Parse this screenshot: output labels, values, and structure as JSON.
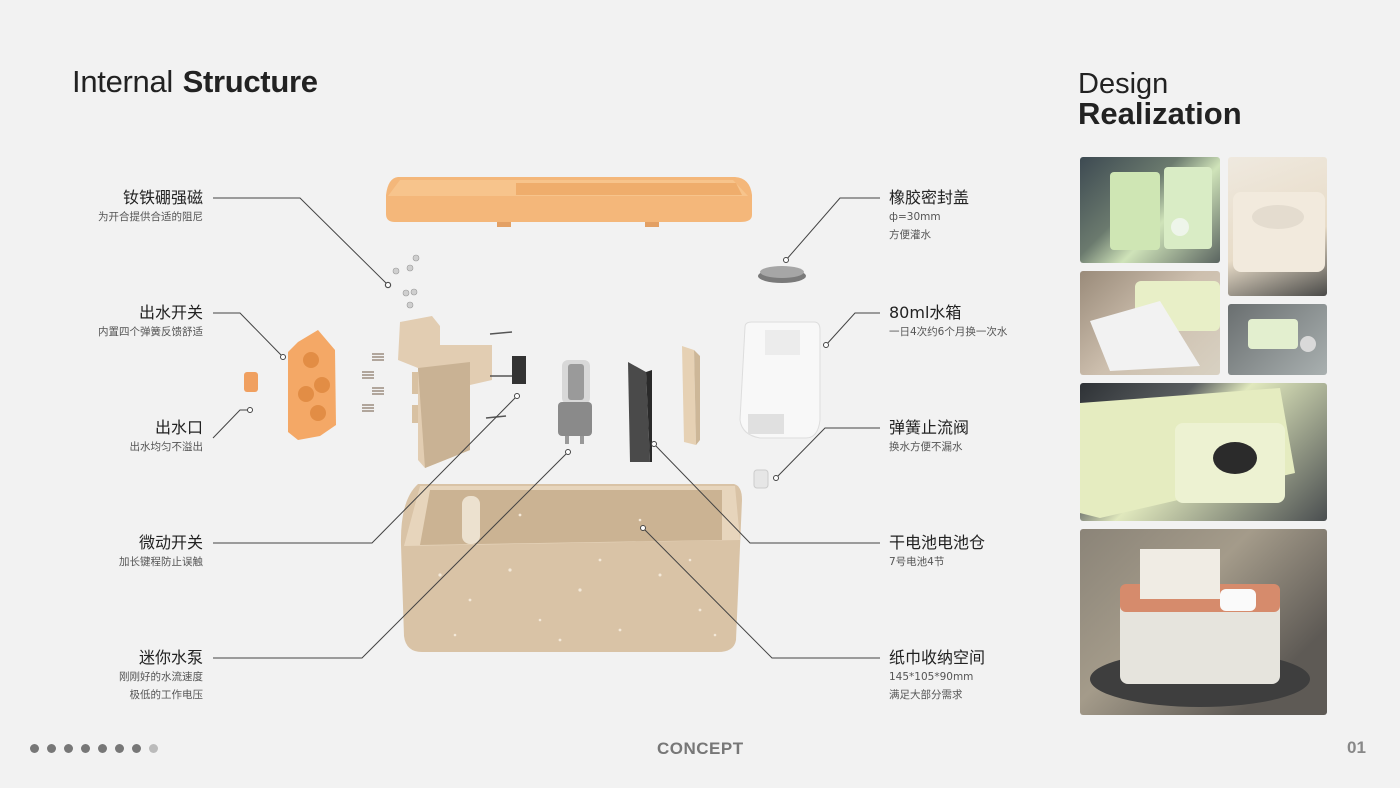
{
  "title": {
    "light": "Internal",
    "bold": "Structure"
  },
  "side_title": {
    "line1": "Design",
    "line2": "Realization"
  },
  "left_labels": [
    {
      "main": "钕铁硼强磁",
      "sub": [
        "为开合提供合适的阻尼"
      ]
    },
    {
      "main": "出水开关",
      "sub": [
        "内置四个弹簧反馈舒适"
      ]
    },
    {
      "main": "出水口",
      "sub": [
        "出水均匀不溢出"
      ]
    },
    {
      "main": "微动开关",
      "sub": [
        "加长键程防止误触"
      ]
    },
    {
      "main": "迷你水泵",
      "sub": [
        "刚刚好的水流速度",
        "极低的工作电压"
      ]
    }
  ],
  "right_labels": [
    {
      "main": "橡胶密封盖",
      "sub": [
        "ф=30mm",
        "方便灌水"
      ]
    },
    {
      "main": "80ml水箱",
      "sub": [
        "一日4次约6个月换一次水"
      ]
    },
    {
      "main": "弹簧止流阀",
      "sub": [
        "换水方便不漏水"
      ]
    },
    {
      "main": "干电池电池仓",
      "sub": [
        "7号电池4节"
      ]
    },
    {
      "main": "纸巾收纳空间",
      "sub": [
        "145*105*90mm",
        "满足大部分需求"
      ]
    }
  ],
  "footer": {
    "center": "CONCEPT",
    "page": "01"
  },
  "pager": {
    "total": 8,
    "active": 7
  },
  "colors": {
    "accent_orange": "#f4b77a",
    "box_beige": "#d9c3a6",
    "line": "#444444"
  }
}
